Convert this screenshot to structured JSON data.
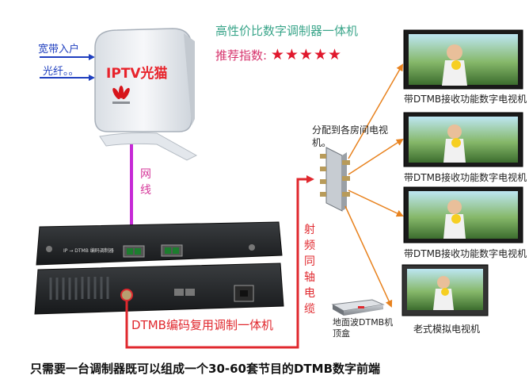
{
  "header": {
    "title": "高性价比数字调制器一体机",
    "rating_label": "推荐指数:",
    "rating_stars": "★★★★★"
  },
  "broadband": {
    "line1": "宽带入户",
    "line2": "光纤。。"
  },
  "modem": {
    "label": "IPTV光猫",
    "brand_icon": "huawei-logo-icon"
  },
  "network_cable": {
    "label": "网线"
  },
  "encoder": {
    "front_text": "IP → DTMB 编码调制器",
    "label": "DTMB编码复用调制一体机"
  },
  "coax_cable": {
    "label": "射频同轴电缆"
  },
  "splitter": {
    "label": "分配到各房间电视机。"
  },
  "televisions": [
    {
      "label": "带DTMB接收功能数字电视机"
    },
    {
      "label": "带DTMB接收功能数字电视机"
    },
    {
      "label": "带DTMB接收功能数字电视机"
    },
    {
      "label": "老式模拟电视机"
    }
  ],
  "set_top_box": {
    "label": "地面波DTMB机顶盒"
  },
  "caption": "只需要一台调制器既可以组成一个30-60套节目的DTMB数字前端",
  "colors": {
    "title": "#3aa58a",
    "rating_text": "#d6336c",
    "stars": "#e0182d",
    "broadband_text": "#1f3fbf",
    "modem_label": "#e8232b",
    "network_cable": "#d63a9b",
    "coax_cable": "#e0282e",
    "distribution_arrows": "#e8821e"
  }
}
